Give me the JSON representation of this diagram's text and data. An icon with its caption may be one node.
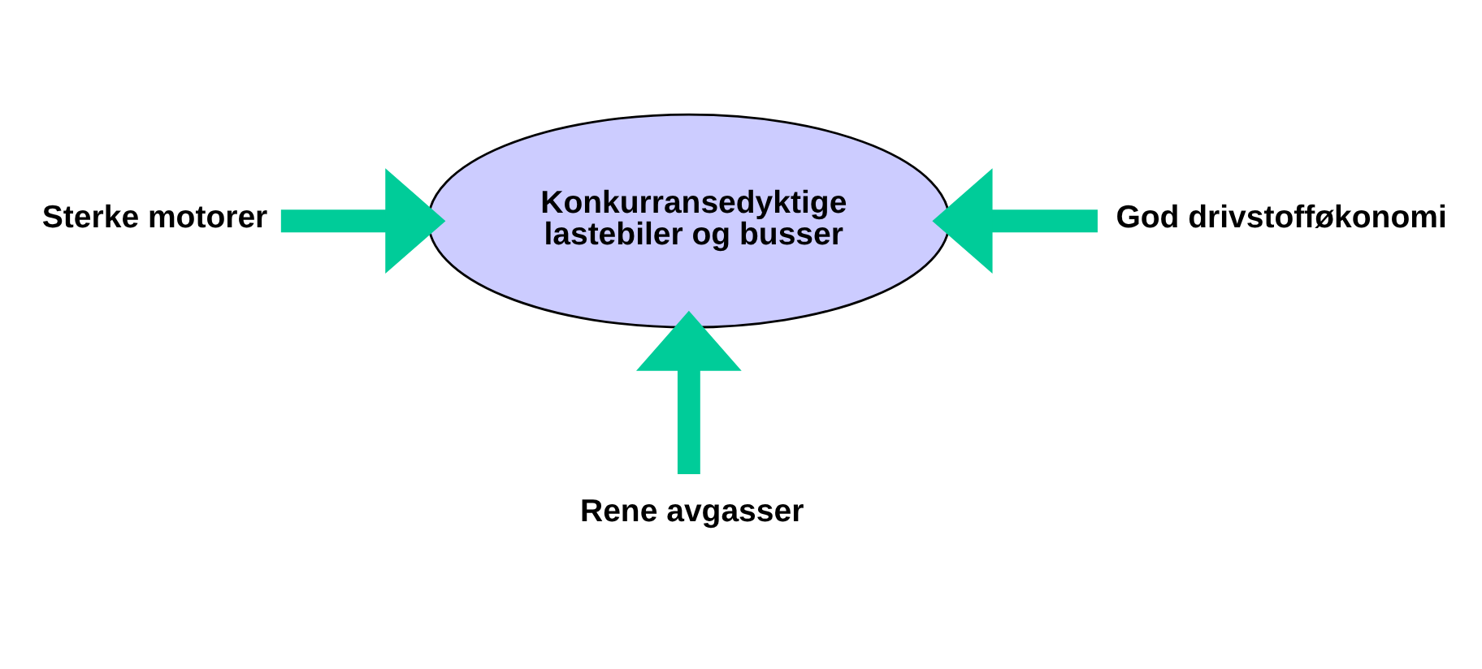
{
  "diagram": {
    "nodes": [
      {
        "text": [
          "Konkurransedyktige lastebiler og busser"
        ]
      },
      {
        "text": [
          "Sterke motorer"
        ]
      },
      {
        "text": [
          "God drivstofføkonomi"
        ]
      },
      {
        "text": [
          "Rene avgasser"
        ]
      }
    ],
    "edges": [
      {
        "from": 1,
        "to": 0,
        "arrow": "to",
        "color": "#00cc99"
      },
      {
        "from": 2,
        "to": 0,
        "arrow": "to",
        "color": "#00cc99"
      },
      {
        "from": 3,
        "to": 0,
        "arrow": "to",
        "color": "#00cc99"
      }
    ]
  }
}
